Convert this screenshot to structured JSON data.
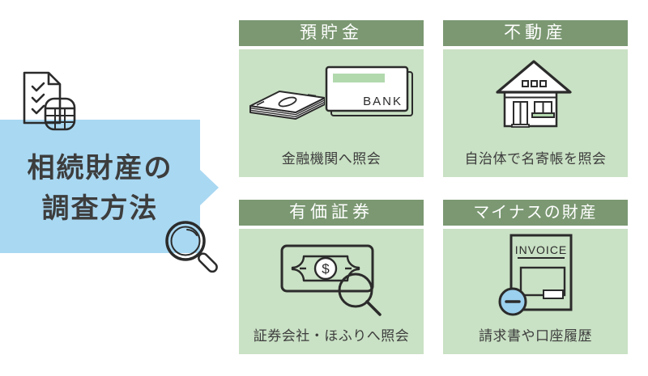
{
  "colors": {
    "accent_blue": "#a9d8f2",
    "header_green": "#7b9872",
    "body_green": "#c9e1c4",
    "light_green": "#b2d8ae",
    "circle_blue": "#9bd0ee",
    "ink": "#2b2b2b",
    "text": "#3d3d3d",
    "background": "#ffffff"
  },
  "bubble": {
    "title_line1": "相続財産の",
    "title_line2": "調査方法",
    "icons": {
      "top": "checklist-calculator-icon",
      "bottom": "magnifying-glass-icon"
    }
  },
  "cards": [
    {
      "header": "預貯金",
      "caption": "金融機関へ照会",
      "icon": "cash-and-bank-card-icon",
      "bank_label": "BANK"
    },
    {
      "header": "不動産",
      "caption": "自治体で名寄帳を照会",
      "icon": "house-icon"
    },
    {
      "header": "有価証券",
      "caption": "証券会社・ほふりへ照会",
      "icon": "banknote-with-magnifier-icon",
      "currency_symbol": "$"
    },
    {
      "header": "マイナスの財産",
      "caption": "請求書や口座履歴",
      "icon": "invoice-with-minus-icon",
      "invoice_label": "INVOICE"
    }
  ]
}
